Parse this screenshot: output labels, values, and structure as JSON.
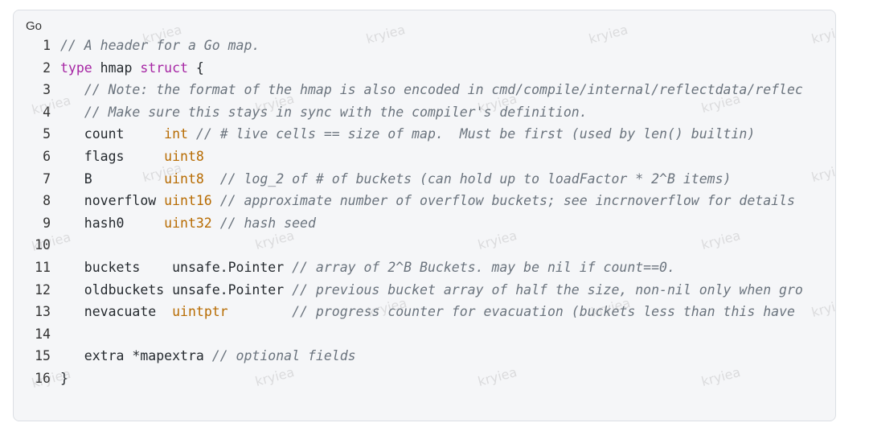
{
  "code_block": {
    "language": "Go",
    "watermark": "kryiea",
    "lines": [
      {
        "no": "1",
        "tokens": [
          {
            "t": "// A header for a Go map.",
            "k": "comment"
          }
        ]
      },
      {
        "no": "2",
        "tokens": [
          {
            "t": "type",
            "k": "keyword"
          },
          {
            "t": " hmap ",
            "k": "plain"
          },
          {
            "t": "struct",
            "k": "keyword"
          },
          {
            "t": " {",
            "k": "plain"
          }
        ]
      },
      {
        "no": "3",
        "tokens": [
          {
            "t": "   ",
            "k": "plain"
          },
          {
            "t": "// Note: the format of the hmap is also encoded in cmd/compile/internal/reflectdata/reflec",
            "k": "comment"
          }
        ]
      },
      {
        "no": "4",
        "tokens": [
          {
            "t": "   ",
            "k": "plain"
          },
          {
            "t": "// Make sure this stays in sync with the compiler's definition.",
            "k": "comment"
          }
        ]
      },
      {
        "no": "5",
        "tokens": [
          {
            "t": "   count     ",
            "k": "plain"
          },
          {
            "t": "int",
            "k": "type"
          },
          {
            "t": " ",
            "k": "plain"
          },
          {
            "t": "// # live cells == size of map.  Must be first (used by len() builtin)",
            "k": "comment"
          }
        ]
      },
      {
        "no": "6",
        "tokens": [
          {
            "t": "   flags     ",
            "k": "plain"
          },
          {
            "t": "uint8",
            "k": "type"
          }
        ]
      },
      {
        "no": "7",
        "tokens": [
          {
            "t": "   B         ",
            "k": "plain"
          },
          {
            "t": "uint8",
            "k": "type"
          },
          {
            "t": "  ",
            "k": "plain"
          },
          {
            "t": "// log_2 of # of buckets (can hold up to loadFactor * 2^B items)",
            "k": "comment"
          }
        ]
      },
      {
        "no": "8",
        "tokens": [
          {
            "t": "   noverflow ",
            "k": "plain"
          },
          {
            "t": "uint16",
            "k": "type"
          },
          {
            "t": " ",
            "k": "plain"
          },
          {
            "t": "// approximate number of overflow buckets; see incrnoverflow for details",
            "k": "comment"
          }
        ]
      },
      {
        "no": "9",
        "tokens": [
          {
            "t": "   hash0     ",
            "k": "plain"
          },
          {
            "t": "uint32",
            "k": "type"
          },
          {
            "t": " ",
            "k": "plain"
          },
          {
            "t": "// hash seed",
            "k": "comment"
          }
        ]
      },
      {
        "no": "10",
        "tokens": []
      },
      {
        "no": "11",
        "tokens": [
          {
            "t": "   buckets    unsafe.Pointer ",
            "k": "plain"
          },
          {
            "t": "// array of 2^B Buckets. may be nil if count==0.",
            "k": "comment"
          }
        ]
      },
      {
        "no": "12",
        "tokens": [
          {
            "t": "   oldbuckets unsafe.Pointer ",
            "k": "plain"
          },
          {
            "t": "// previous bucket array of half the size, non-nil only when gro",
            "k": "comment"
          }
        ]
      },
      {
        "no": "13",
        "tokens": [
          {
            "t": "   nevacuate  ",
            "k": "plain"
          },
          {
            "t": "uintptr",
            "k": "type"
          },
          {
            "t": "        ",
            "k": "plain"
          },
          {
            "t": "// progress counter for evacuation (buckets less than this have",
            "k": "comment"
          }
        ]
      },
      {
        "no": "14",
        "tokens": []
      },
      {
        "no": "15",
        "tokens": [
          {
            "t": "   extra *mapextra ",
            "k": "plain"
          },
          {
            "t": "// optional fields",
            "k": "comment"
          }
        ]
      },
      {
        "no": "16",
        "tokens": [
          {
            "t": "}",
            "k": "plain"
          }
        ]
      }
    ]
  }
}
